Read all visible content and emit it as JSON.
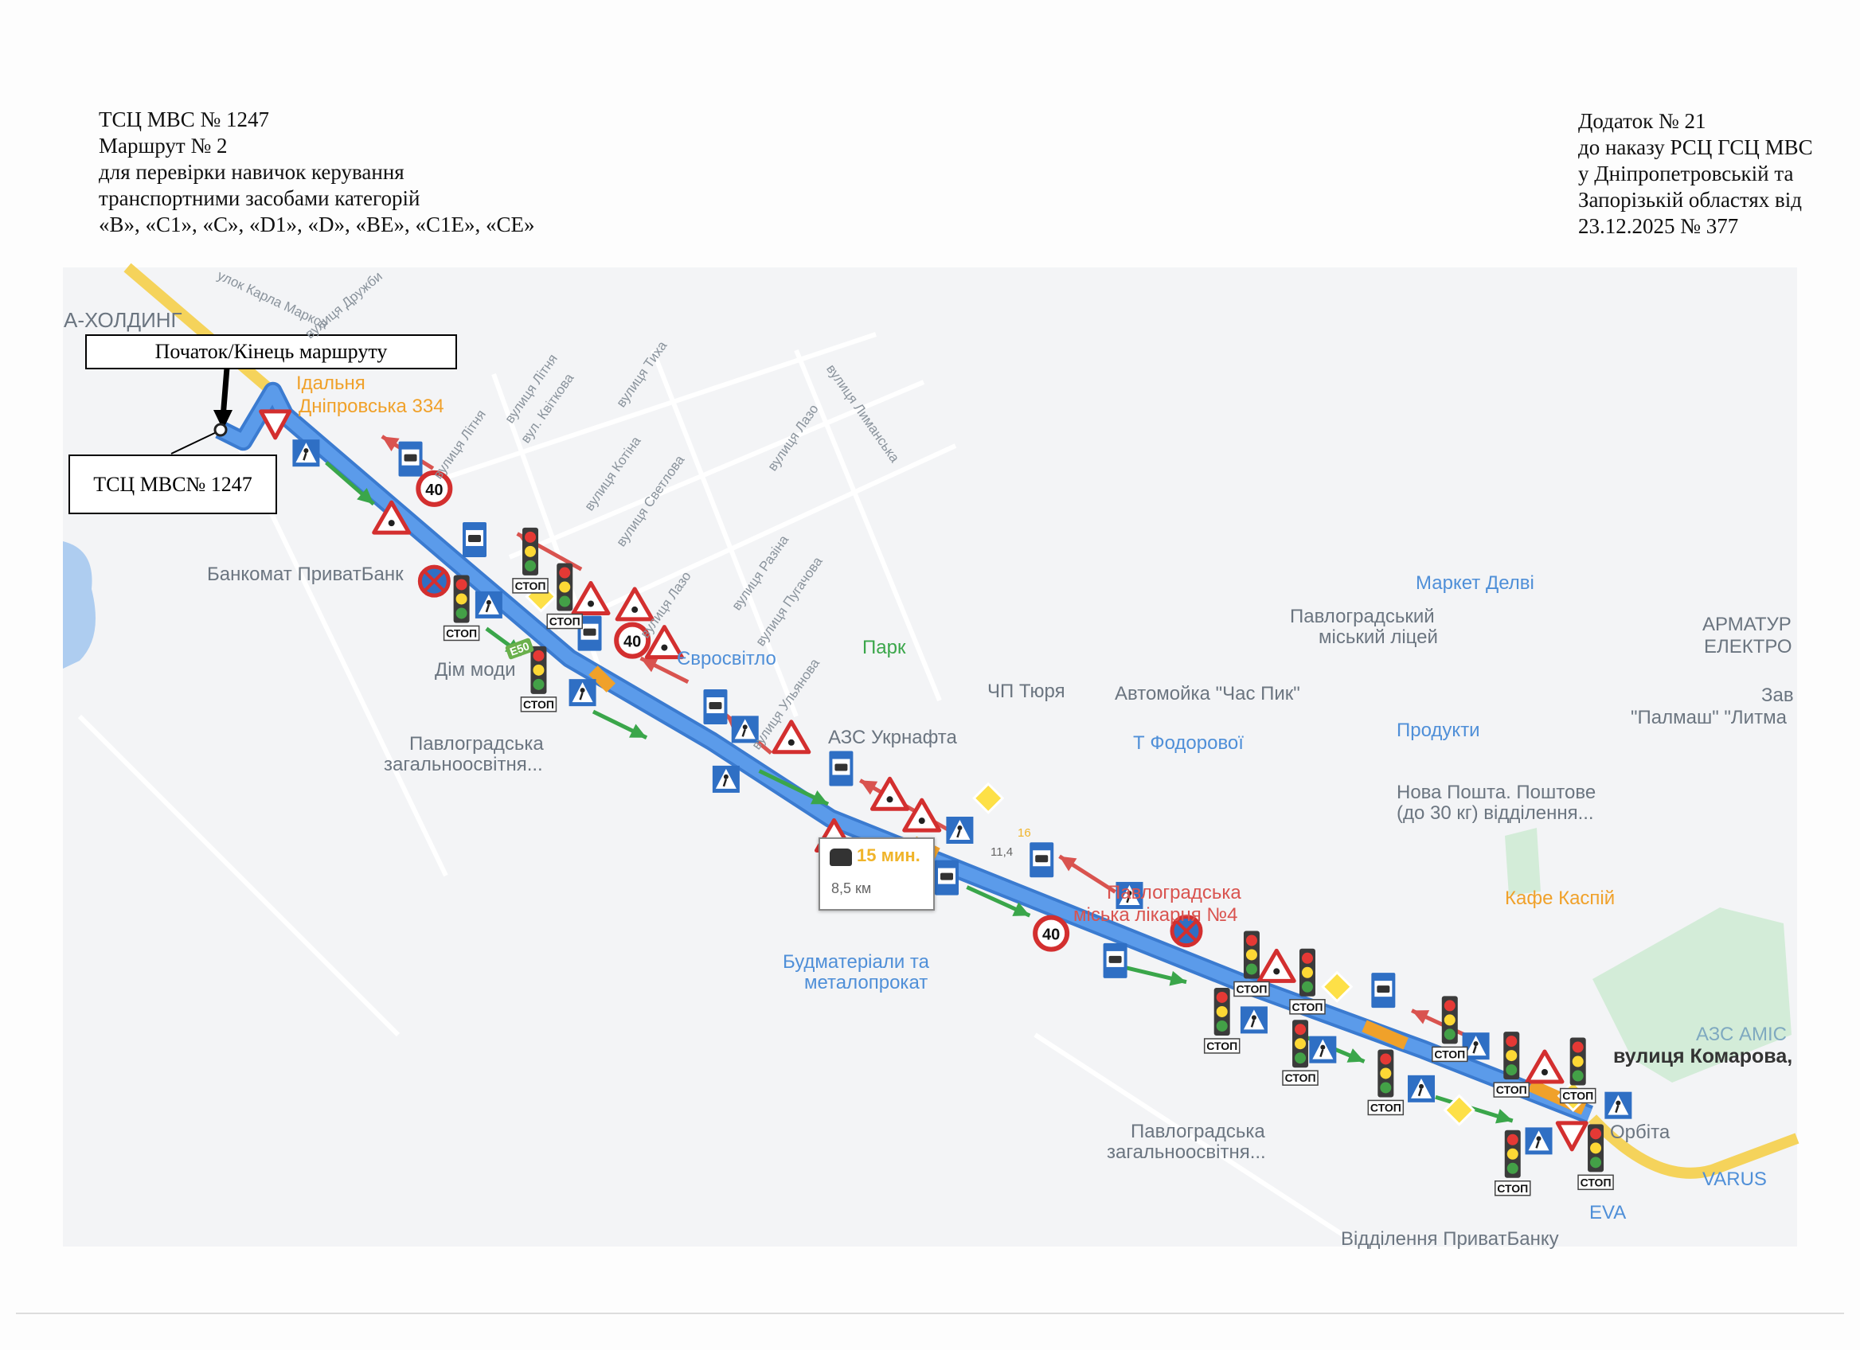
{
  "header_left": {
    "line1": "ТСЦ МВС № 1247",
    "line2": "Маршрут № 2",
    "line3": "для перевірки навичок керування",
    "line4": "транспортними засобами категорій",
    "line5": "«B», «C1», «C», «D1», «D», «BE», «C1E», «CE»"
  },
  "header_right": {
    "line1": "Додаток № 21",
    "line2": "до наказу РСЦ ГСЦ МВС",
    "line3": "у Дніпропетровській та",
    "line4": "Запорізькій областях від",
    "line5": "23.12.2025 № 377"
  },
  "callouts": {
    "start_end": "Початок/Кінець маршруту",
    "center": "ТСЦ МВС№ 1247"
  },
  "route_info": {
    "time": "15 мин.",
    "distance": "8,5 км",
    "marker_a": "11,4",
    "marker_b": "16",
    "highway": "E50"
  },
  "stop_label": "СТОП",
  "speed_limit": "40",
  "map": {
    "pois": [
      "А-ХОЛДИНГ",
      "Ідальня",
      "Дніпровська 334",
      "Банкомат ПриватБанк",
      "Дім моди",
      "Павлоградська",
      "загальноосвітня...",
      "Євросвітло",
      "Парк",
      "ЧП Тюря",
      "Автомойка \"Час Пик\"",
      "Т Фодорової",
      "АЗС Укрнафта",
      "Маркет Делві",
      "Павлоградський",
      "міський ліцей",
      "Продукти",
      "АРМАТУР",
      "ЕЛЕКТРО",
      "Зав",
      "\"Палмаш\" \"Литма",
      "Нова Пошта. Поштове",
      "(до 30 кг) відділення...",
      "Кафе Каспій",
      "Павлоградська",
      "міська лікарня №4",
      "Будматеріали та",
      "металопрокат",
      "вулиця Комарова,",
      "АЗС AMIC",
      "Орбіта",
      "Павлоградська",
      "загальноосвітня...",
      "VARUS",
      "EVA",
      "Відділення ПриватБанку"
    ],
    "streets": [
      "улок Карла Маркса",
      "вулиця Дружби",
      "вулиця Літня",
      "вулиця Літня",
      "вул. Квіткова",
      "вулиця Тиха",
      "вулиця Лиманська",
      "вулиця Котіна",
      "вулиця Светлова",
      "вулиця Лазо",
      "вулиця Лазо",
      "вулиця Разіна",
      "вулиця Пугачова",
      "вулиця Ульянова"
    ]
  },
  "colors": {
    "route": "#5b9bea",
    "route_border": "#3b7bd0",
    "arrow_forward": "#3aa64a",
    "arrow_back": "#d9534f",
    "road_major": "#f5d35b"
  }
}
